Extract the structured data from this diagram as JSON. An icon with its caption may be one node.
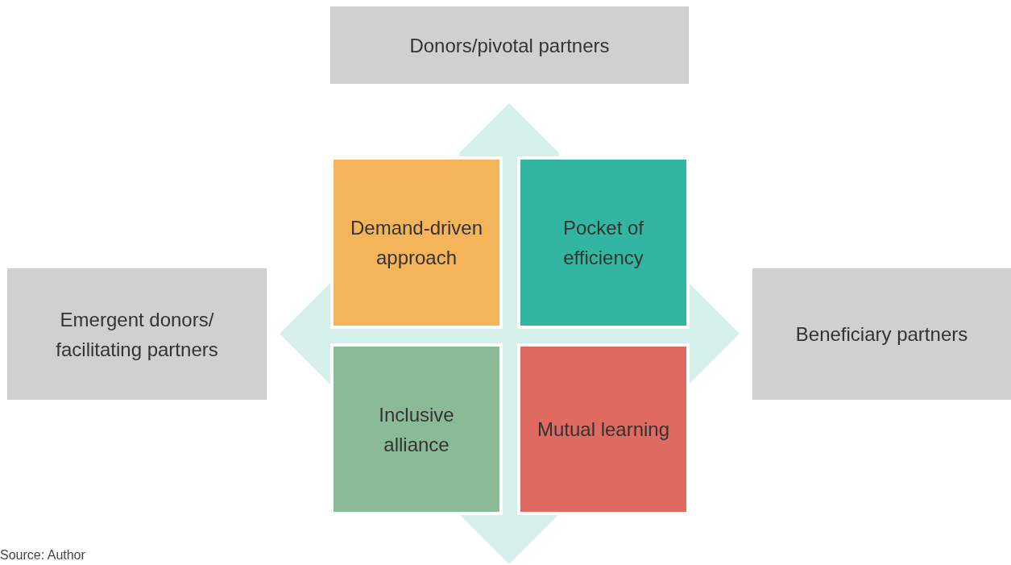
{
  "diagram": {
    "caption": "Source: Author",
    "nodes": [
      {
        "text": [
          "Donors/pivotal partners"
        ]
      },
      {
        "text": [
          "Demand-driven approach"
        ]
      },
      {
        "text": [
          "Pocket of efficiency"
        ]
      },
      {
        "text": [
          "Emergent donors/ facilitating partners"
        ]
      },
      {
        "text": [
          "Beneficiary partners"
        ]
      },
      {
        "text": [
          "Inclusive alliance"
        ]
      },
      {
        "text": [
          "Mutual learning"
        ]
      }
    ]
  }
}
